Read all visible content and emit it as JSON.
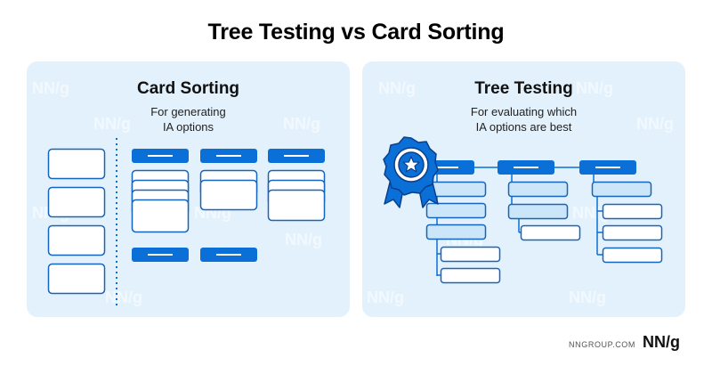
{
  "title": "Tree Testing vs Card Sorting",
  "card_sorting": {
    "title": "Card Sorting",
    "subtitle_lines": [
      "For generating",
      "IA options"
    ]
  },
  "tree_testing": {
    "title": "Tree Testing",
    "subtitle_lines": [
      "For evaluating which",
      "IA options are best"
    ]
  },
  "watermark": "NN/g",
  "footer": {
    "url": "NNGROUP.COM",
    "logo": "NN/g"
  },
  "icons": [
    "award-ribbon-icon",
    "star-icon"
  ],
  "colors": {
    "background": "#ffffff",
    "panel": "#e2f1fc",
    "accent_blue": "#0b6fd8",
    "card_stroke": "#1565c0",
    "card_fill": "#ffffff",
    "light_card_fill": "#cbe6f8"
  }
}
